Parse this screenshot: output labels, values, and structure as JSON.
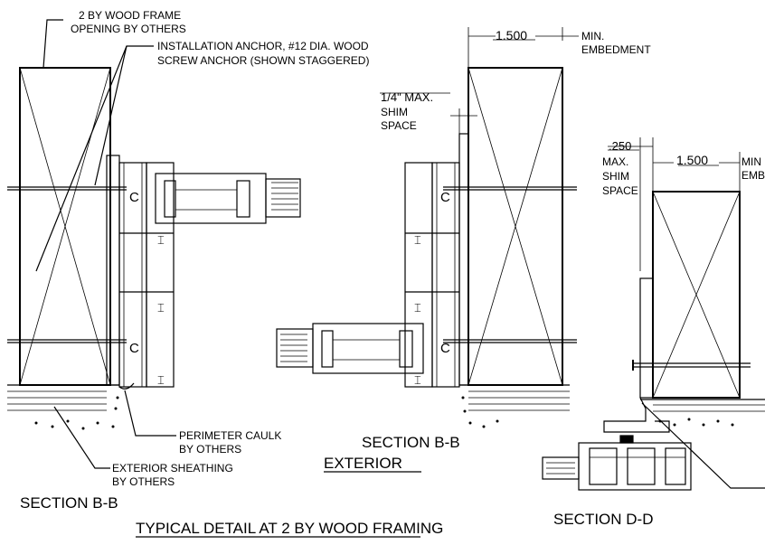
{
  "labels": {
    "frame_opening_line1": "2 BY WOOD FRAME",
    "frame_opening_line2": "OPENING BY OTHERS",
    "anchor_line1": "INSTALLATION ANCHOR, #12 DIA. WOOD",
    "anchor_line2": "SCREW ANCHOR (SHOWN STAGGERED)",
    "dim_1500_a": "1.500",
    "min_a": "MIN.",
    "embed_a": "EMBEDMENT",
    "shim_quarter": "1/4\"  MAX.",
    "shim_a": "SHIM",
    "space_a": "SPACE",
    "dim_250": ".250",
    "max_b": "MAX.",
    "shim_b": "SHIM",
    "space_b": "SPACE",
    "dim_1500_b": "1.500",
    "min_b": "MIN",
    "embed_b": "EMB",
    "caulk_line1": "PERIMETER CAULK",
    "caulk_line2": "BY OTHERS",
    "sheathing_line1": "EXTERIOR SHEATHING",
    "sheathing_line2": "BY OTHERS",
    "section_bb_left": "SECTION  B-B",
    "section_bb_mid": "SECTION  B-B",
    "exterior": "EXTERIOR",
    "section_dd": "SECTION  D-D",
    "typical_detail": "TYPICAL DETAIL AT 2 BY WOOD FRAMING"
  }
}
